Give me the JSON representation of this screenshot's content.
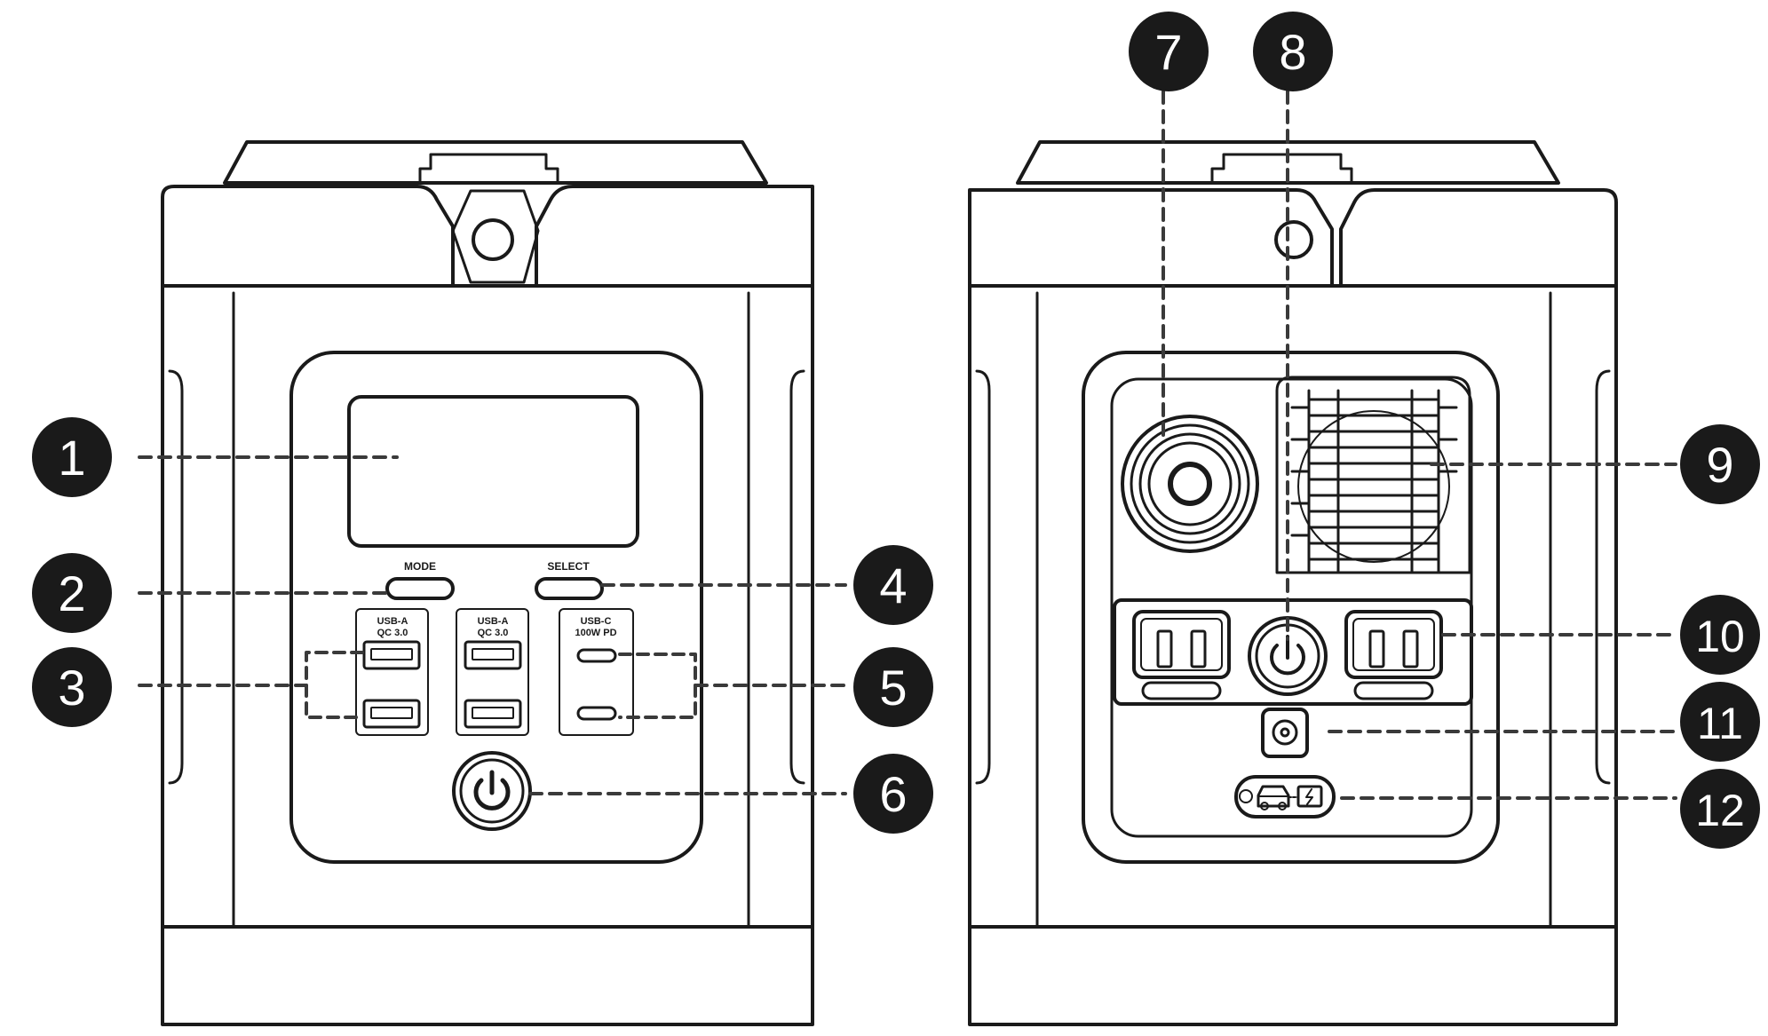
{
  "front_panel": {
    "buttons": {
      "mode_label": "MODE",
      "select_label": "SELECT"
    },
    "ports": {
      "usb_a_left": {
        "line1": "USB-A",
        "line2": "QC 3.0"
      },
      "usb_a_right": {
        "line1": "USB-A",
        "line2": "QC 3.0"
      },
      "usb_c": {
        "line1": "USB-C",
        "line2": "100W PD"
      }
    }
  },
  "callouts": [
    {
      "number": "1",
      "target": "display-screen"
    },
    {
      "number": "2",
      "target": "mode-button"
    },
    {
      "number": "3",
      "target": "usb-a-ports"
    },
    {
      "number": "4",
      "target": "select-button"
    },
    {
      "number": "5",
      "target": "usb-c-ports"
    },
    {
      "number": "6",
      "target": "front-power-button"
    },
    {
      "number": "7",
      "target": "car-socket-port"
    },
    {
      "number": "8",
      "target": "ac-power-button"
    },
    {
      "number": "9",
      "target": "cooling-fan-vent"
    },
    {
      "number": "10",
      "target": "ac-outlets"
    },
    {
      "number": "11",
      "target": "dc-input-port"
    },
    {
      "number": "12",
      "target": "car-charging-icon"
    }
  ],
  "colors": {
    "stroke": "#1a1a1a",
    "badge": "#1a1a1a",
    "badge_text": "#ffffff",
    "leader": "#3a3a3a"
  }
}
